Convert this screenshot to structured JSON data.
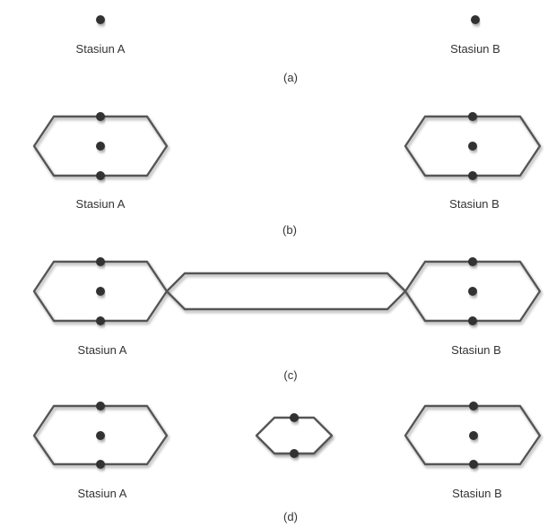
{
  "panels": [
    {
      "caption": "(a)",
      "station_left": "Stasiun A",
      "station_right": "Stasiun B"
    },
    {
      "caption": "(b)",
      "station_left": "Stasiun A",
      "station_right": "Stasiun B"
    },
    {
      "caption": "(c)",
      "station_left": "Stasiun A",
      "station_right": "Stasiun B"
    },
    {
      "caption": "(d)",
      "station_left": "Stasiun A",
      "station_right": "Stasiun B"
    }
  ],
  "colors": {
    "track": "#555555",
    "station_dot": "#333333",
    "text": "#333333",
    "background": "#ffffff"
  }
}
